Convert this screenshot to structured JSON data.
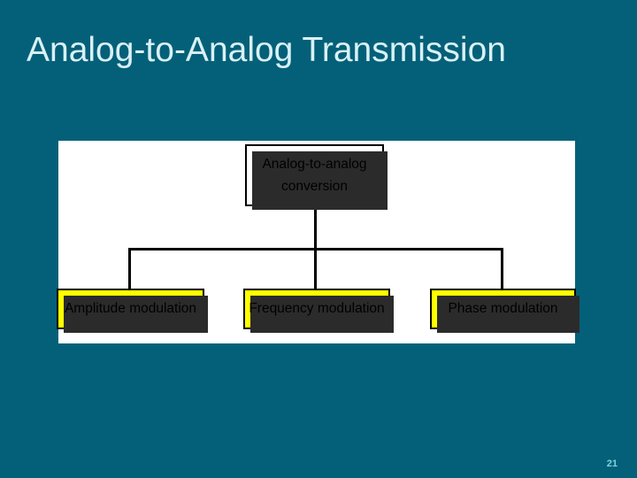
{
  "slide": {
    "title": "Analog-to-Analog Transmission",
    "page_number": "21",
    "background_color": "#046078",
    "title_color": "#d9f1f6",
    "panel_color": "#ffffff"
  },
  "diagram": {
    "type": "tree",
    "root": {
      "id": "analog-to-analog-conversion",
      "label_line1": "Analog-to-analog",
      "label_line2": "conversion",
      "fill_color": "#ffffff",
      "border_color": "#000000",
      "shadow_color": "#2b2b2b"
    },
    "children": [
      {
        "id": "amplitude-modulation",
        "label": "Amplitude modulation",
        "fill_color": "#ffff00",
        "border_color": "#000000",
        "shadow_color": "#2b2b2b"
      },
      {
        "id": "frequency-modulation",
        "label": "Frequency modulation",
        "fill_color": "#ffff00",
        "border_color": "#000000",
        "shadow_color": "#2b2b2b"
      },
      {
        "id": "phase-modulation",
        "label": "Phase modulation",
        "fill_color": "#ffff00",
        "border_color": "#000000",
        "shadow_color": "#2b2b2b"
      }
    ],
    "connector_color": "#000000"
  }
}
